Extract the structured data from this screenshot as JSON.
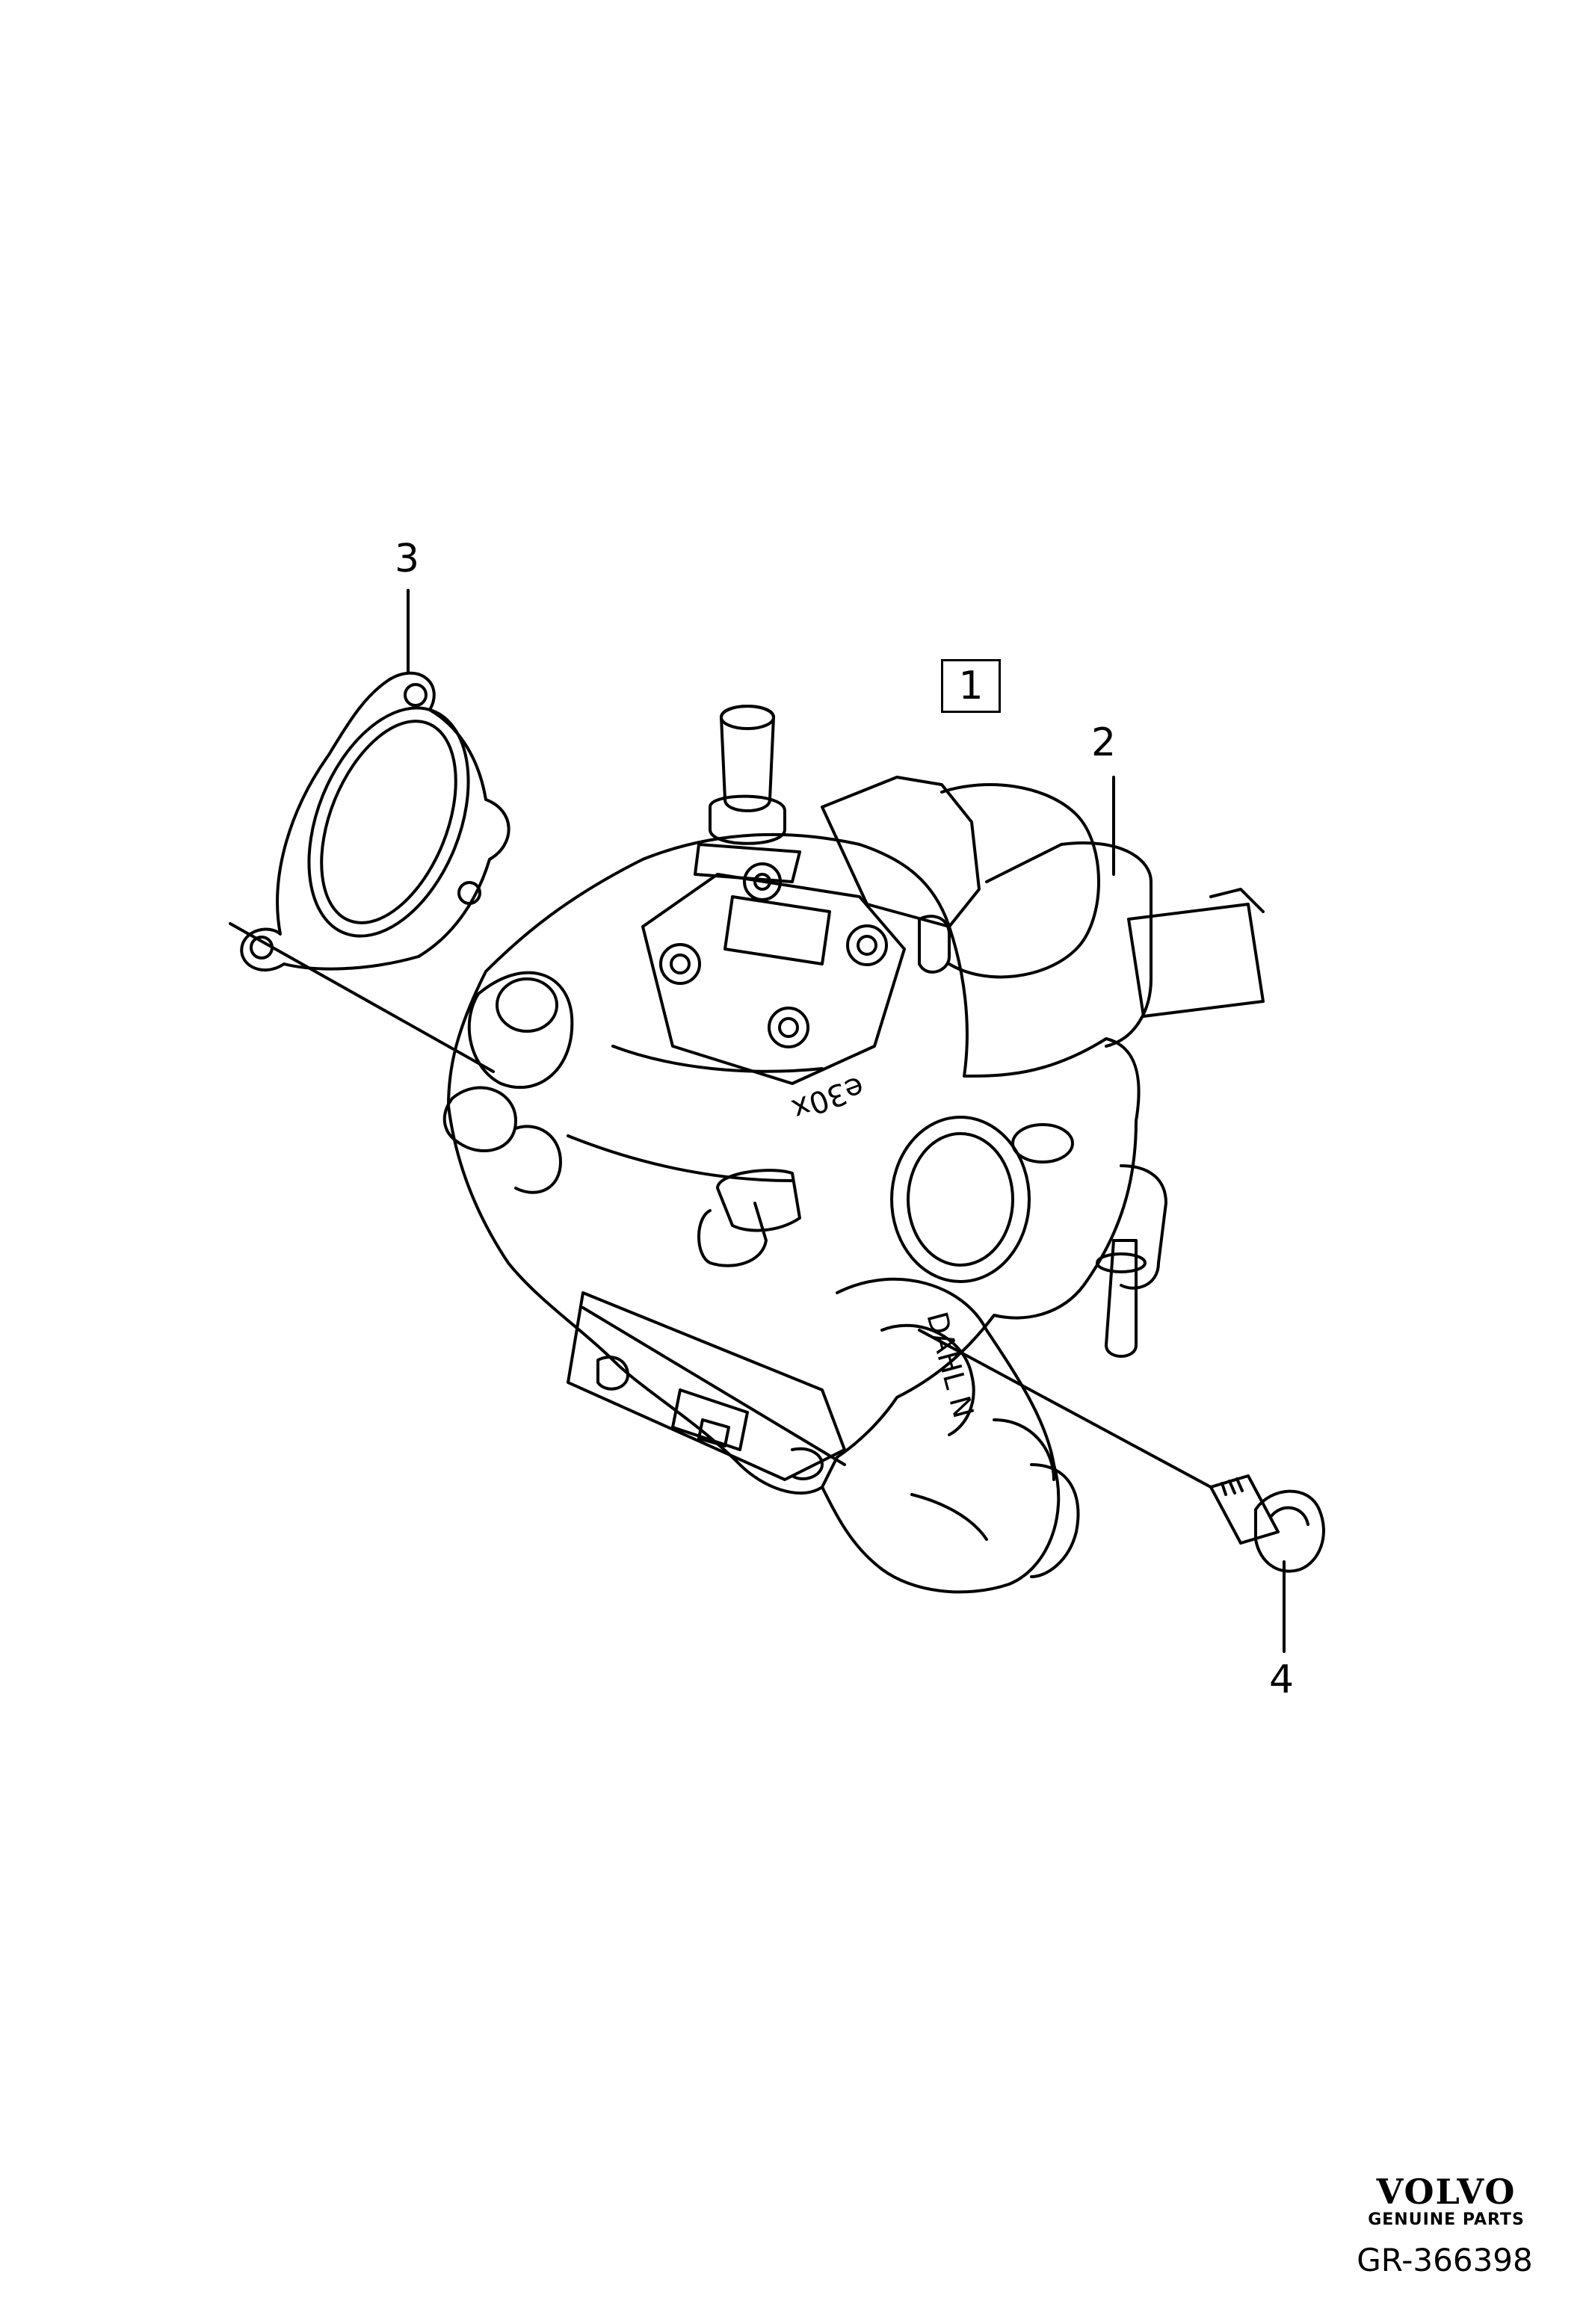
{
  "callouts": {
    "part1": "1",
    "part2": "2",
    "part3": "3",
    "part4": "4"
  },
  "logo": {
    "brand": "VOLVO",
    "tagline": "GENUINE PARTS"
  },
  "drawing_number": "GR-366398",
  "pump_markings": {
    "code": "e30x",
    "maker": "DAHL N"
  },
  "colors": {
    "line": "#000000",
    "background": "#ffffff"
  }
}
